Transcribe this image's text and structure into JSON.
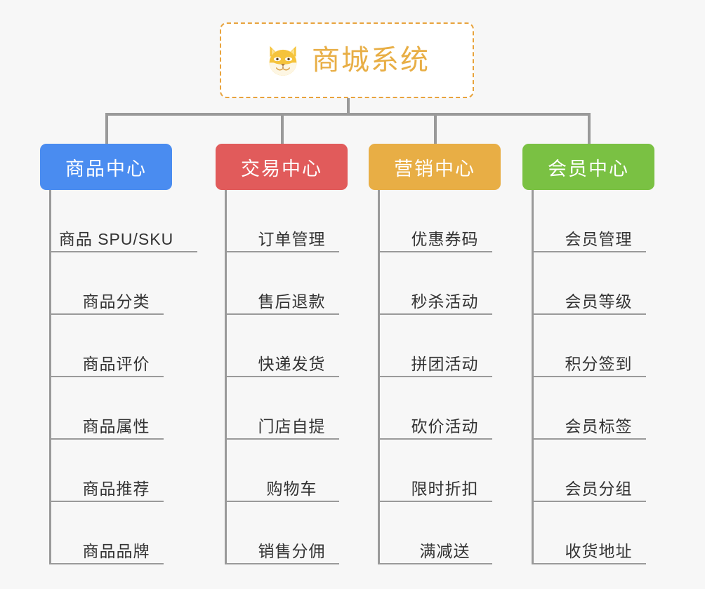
{
  "page": {
    "background_color": "#f7f7f7",
    "line_color": "#9a9a9a"
  },
  "root": {
    "title": "商城系统",
    "icon": "shiba-dog-face-emoji",
    "title_color": "#e8ae45",
    "border_color": "#e8a33d",
    "background_color": "#ffffff"
  },
  "columns": [
    {
      "title": "商品中心",
      "color": "#4a8cf0",
      "items": [
        "商品 SPU/SKU",
        "商品分类",
        "商品评价",
        "商品属性",
        "商品推荐",
        "商品品牌"
      ]
    },
    {
      "title": "交易中心",
      "color": "#e15b5b",
      "items": [
        "订单管理",
        "售后退款",
        "快递发货",
        "门店自提",
        "购物车",
        "销售分佣"
      ]
    },
    {
      "title": "营销中心",
      "color": "#e8ae45",
      "items": [
        "优惠券码",
        "秒杀活动",
        "拼团活动",
        "砍价活动",
        "限时折扣",
        "满减送"
      ]
    },
    {
      "title": "会员中心",
      "color": "#7ac143",
      "items": [
        "会员管理",
        "会员等级",
        "积分签到",
        "会员标签",
        "会员分组",
        "收货地址"
      ]
    }
  ]
}
